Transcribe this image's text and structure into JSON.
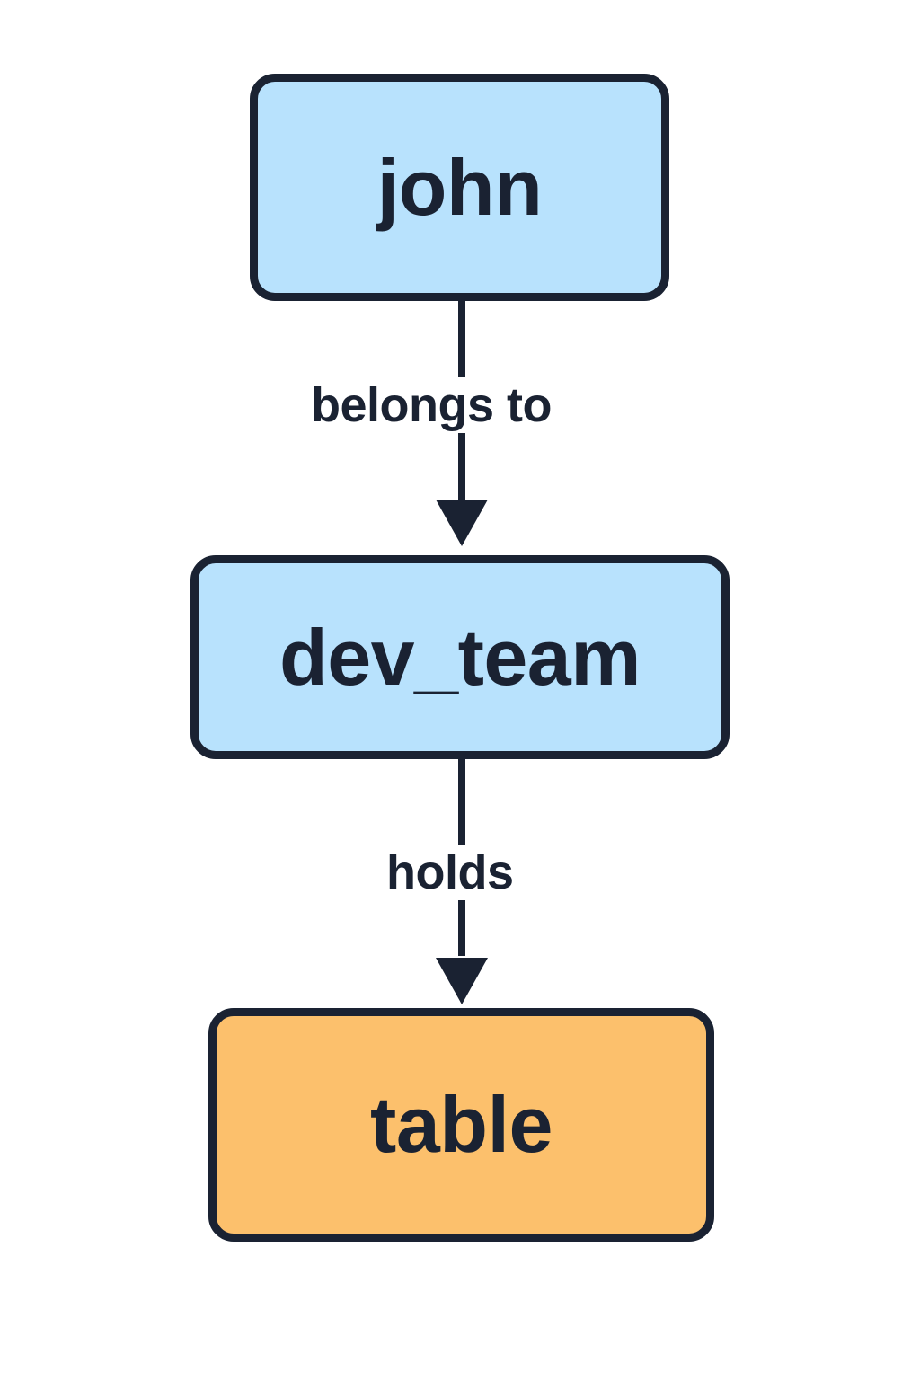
{
  "diagram": {
    "type": "flowchart",
    "orientation": "top-to-bottom",
    "background_color": "#ffffff",
    "stroke_color": "#1a2232",
    "nodes": [
      {
        "id": "john",
        "label": "john",
        "shape": "rounded-rectangle",
        "fill_color": "#b8e2fd",
        "border_color": "#1a2232"
      },
      {
        "id": "dev_team",
        "label": "dev_team",
        "shape": "rounded-rectangle",
        "fill_color": "#b8e2fd",
        "border_color": "#1a2232"
      },
      {
        "id": "table",
        "label": "table",
        "shape": "rounded-rectangle",
        "fill_color": "#fcc06c",
        "border_color": "#1a2232"
      }
    ],
    "edges": [
      {
        "id": "john-to-dev_team",
        "from": "john",
        "to": "dev_team",
        "label": "belongs to",
        "arrow": "filled-triangle-down"
      },
      {
        "id": "dev_team-to-table",
        "from": "dev_team",
        "to": "table",
        "label": "holds",
        "arrow": "filled-triangle-down"
      }
    ]
  }
}
